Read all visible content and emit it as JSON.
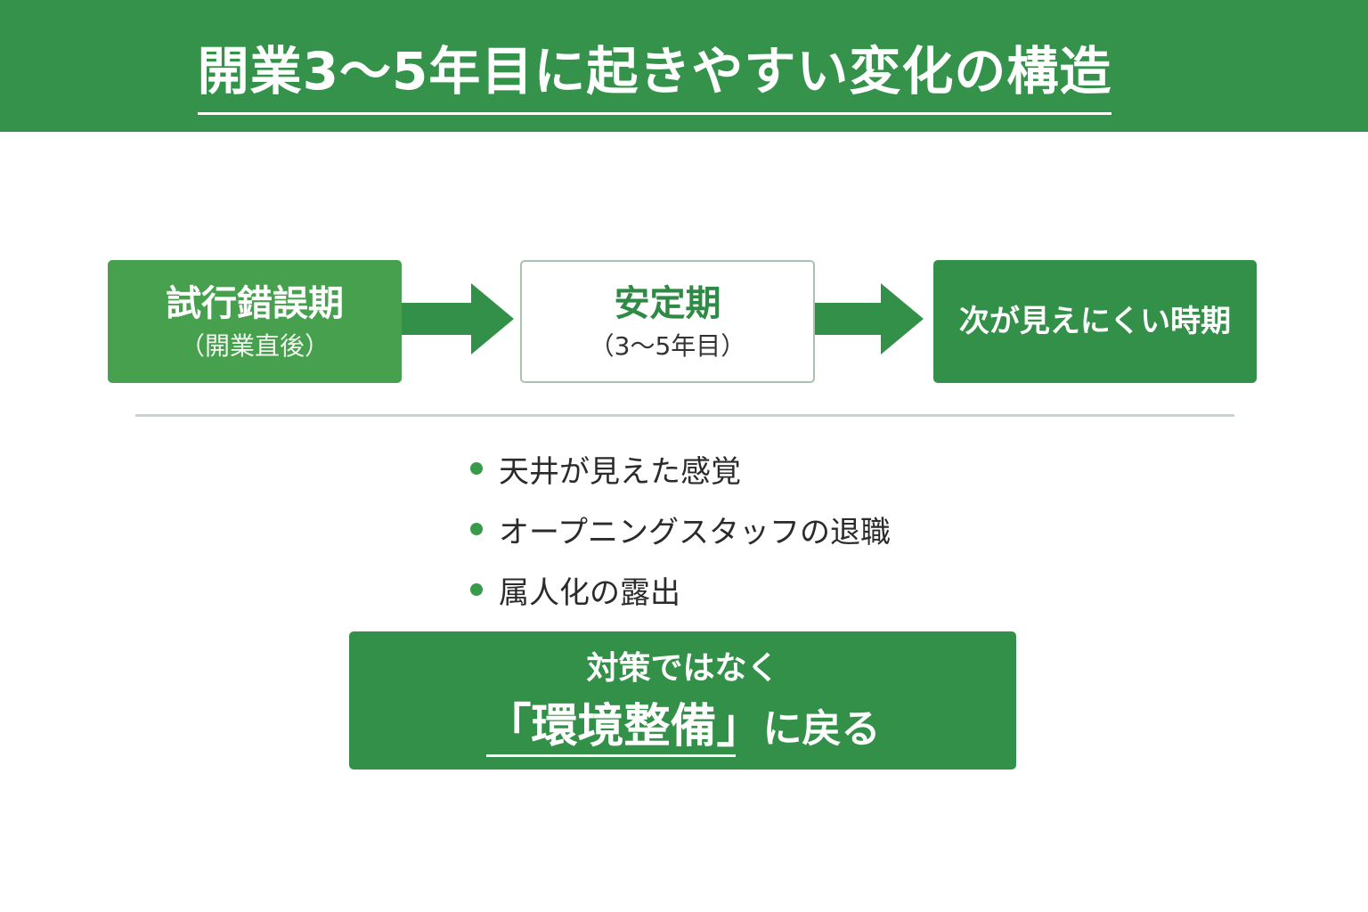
{
  "header": {
    "title": "開業3〜5年目に起きやすい変化の構造"
  },
  "flow": {
    "steps": [
      {
        "title": "試行錯誤期",
        "subtitle": "（開業直後）"
      },
      {
        "title": "安定期",
        "subtitle": "（3〜5年目）"
      },
      {
        "title": "次が見えにくい時期",
        "subtitle": ""
      }
    ]
  },
  "bullets": [
    "天井が見えた感覚",
    "オープニングスタッフの退職",
    "属人化の露出"
  ],
  "conclusion": {
    "line1": "対策ではなく",
    "emphasis": "「環境整備」",
    "line2_rest": "に戻る"
  },
  "colors": {
    "header_green": "#34924a",
    "box_green": "#46a04e",
    "dark_green": "#329048",
    "accent_green": "#2f8a45",
    "border_gray": "#a9c2b0"
  },
  "icons": {
    "arrow": "arrow-right-icon",
    "bullet": "bullet-dot-icon"
  }
}
